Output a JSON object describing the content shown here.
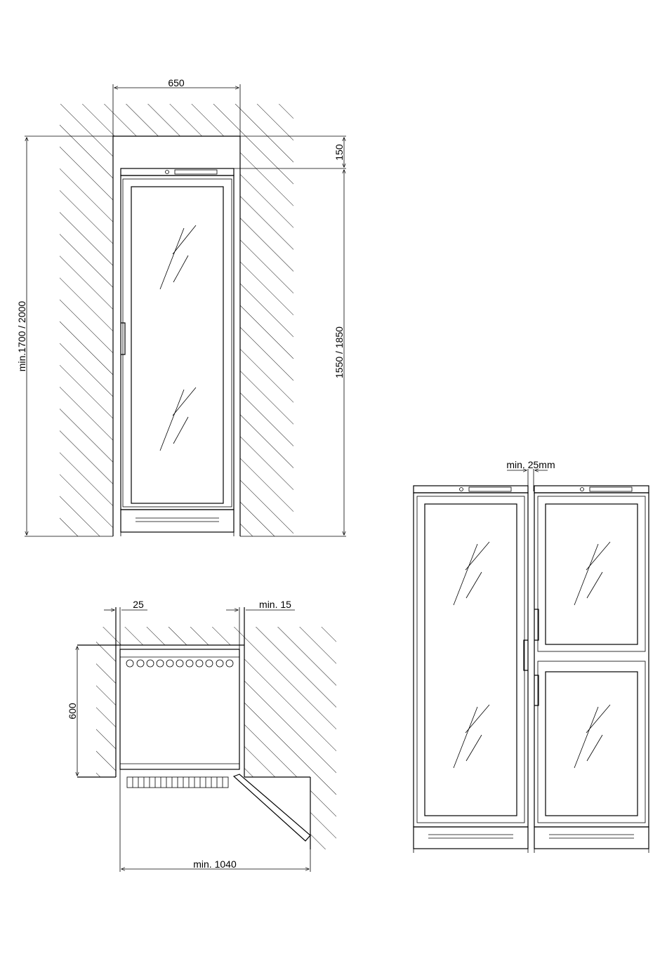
{
  "dimensions": {
    "width_top": "650",
    "top_gap": "150",
    "niche_height": "min.1700 / 2000",
    "cabinet_height": "1550 / 1850",
    "side_gap_left": "25",
    "side_gap_right": "min. 15",
    "depth": "600",
    "door_clearance": "min. 1040",
    "between_units": "min. 25mm"
  }
}
